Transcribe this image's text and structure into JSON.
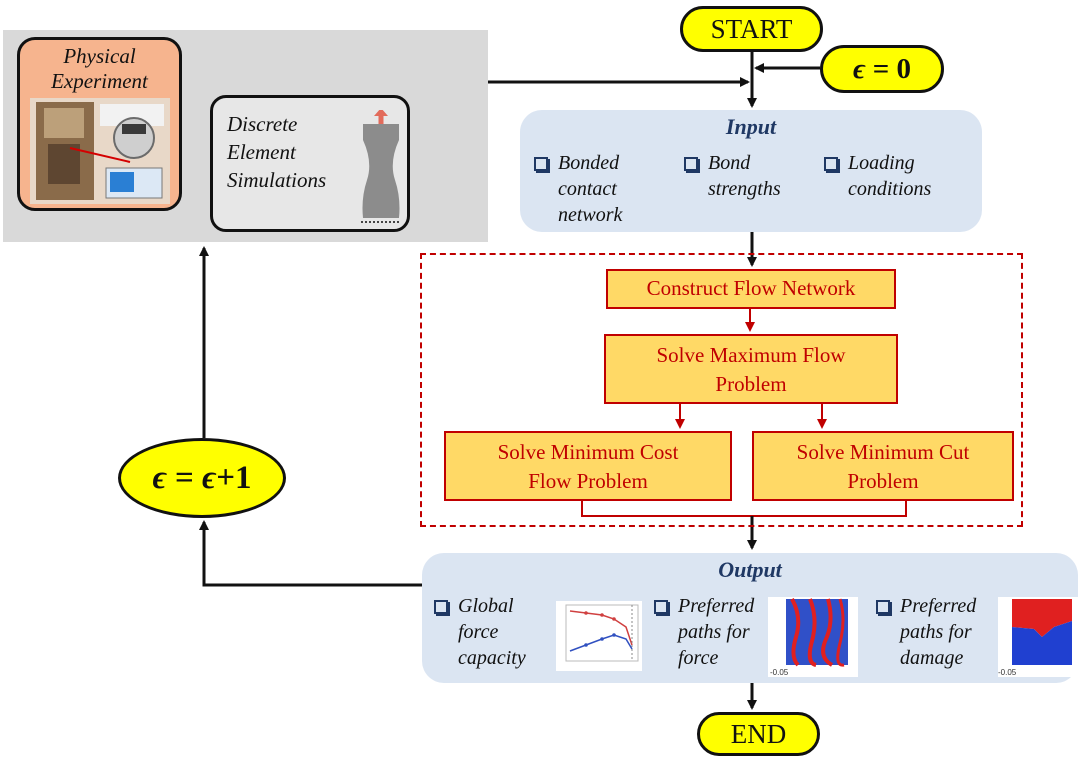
{
  "start_label": "START",
  "end_label": "END",
  "epsilon_init": {
    "symbol": "ϵ",
    "rest": " = 0"
  },
  "epsilon_increment": {
    "symbol": "ϵ",
    "middle": " = ",
    "symbol2": "ϵ",
    "rest": "+1"
  },
  "physical_experiment": "Physical\nExperiment",
  "discrete_element": "Discrete\nElement\nSimulations",
  "input": {
    "title": "Input",
    "items": [
      "Bonded\ncontact\nnetwork",
      "Bond\nstrengths",
      "Loading\nconditions"
    ]
  },
  "process": {
    "construct": "Construct Flow Network",
    "max_flow": "Solve Maximum Flow\nProblem",
    "min_cost": "Solve Minimum Cost\nFlow Problem",
    "min_cut": "Solve Minimum Cut\nProblem"
  },
  "output": {
    "title": "Output",
    "items": [
      "Global\nforce\ncapacity",
      "Preferred\npaths for\nforce",
      "Preferred\npaths for\ndamage"
    ]
  },
  "colors": {
    "start_end": "#ffff00",
    "process_fill": "#ffd966",
    "process_border": "#c00000",
    "panel_fill": "#dbe5f2",
    "panel_title": "#1f3864",
    "experiment_fill": "#f6b48e",
    "simulation_panel": "#d9d9d9"
  },
  "icons": [
    "lab-photo-icon",
    "specimen-icon",
    "force-curve-thumbnail-icon",
    "force-paths-thumbnail-icon",
    "damage-paths-thumbnail-icon",
    "checkbox-bullet-icon"
  ]
}
